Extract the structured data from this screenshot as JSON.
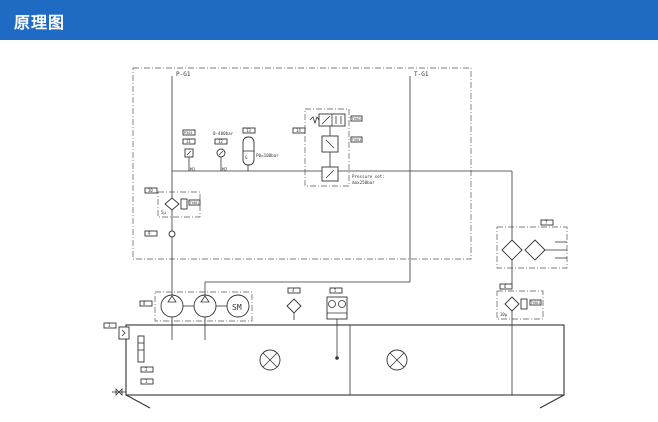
{
  "header": {
    "title": "原理图",
    "background_color": "#1f6bc4",
    "text_color": "#ffffff"
  },
  "diagram": {
    "lines": {
      "p_line": "P-G1",
      "t_line": "T-G1"
    },
    "labels": {
      "p301": "P301",
      "gauge_range": "0-400bar",
      "accumulator_pressure": "P0=100bar",
      "pressure_set_1": "Pressure set:",
      "pressure_set_2": "max250bar",
      "m1": "M1",
      "m2": "M2",
      "motor": "SM",
      "filter_10": "5μ",
      "filter_6": "10μ",
      "ty1": "TY662",
      "ty2": "TY661",
      "ty3": "TY661",
      "ty4": "TY661"
    },
    "callouts": {
      "c1": "1",
      "c2": "2",
      "c3": "3",
      "c4": "4",
      "c5": "5",
      "c6": "6",
      "c7": "7",
      "c8": "8",
      "c9": "9",
      "c10": "10",
      "c11": "11",
      "c12": "12",
      "c13": "13",
      "c14": "14"
    }
  }
}
